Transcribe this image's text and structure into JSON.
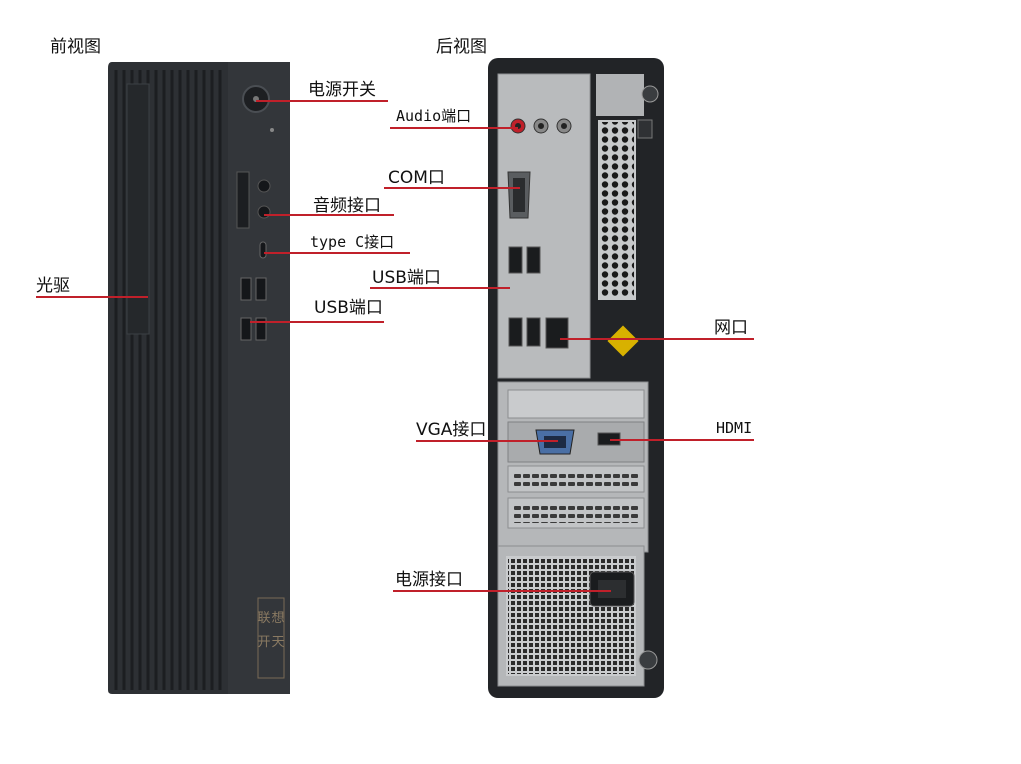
{
  "views": {
    "front_title": "前视图",
    "rear_title": "后视图"
  },
  "labels": {
    "power_switch": "电源开关",
    "audio_jack": "音频接口",
    "type_c": "type C接口",
    "front_usb": "USB端口",
    "optical_drive": "光驱",
    "audio_port": "Audio端口",
    "com_port": "COM口",
    "rear_usb": "USB端口",
    "network_port": "网口",
    "vga_port": "VGA接口",
    "hdmi": "HDMI",
    "power_socket": "电源接口"
  },
  "brand": {
    "badge_text": "联想开天"
  },
  "colors": {
    "leader_line": "#c0202a",
    "case_body": "#2b2e31",
    "rear_panel": "#b9bbbd"
  }
}
